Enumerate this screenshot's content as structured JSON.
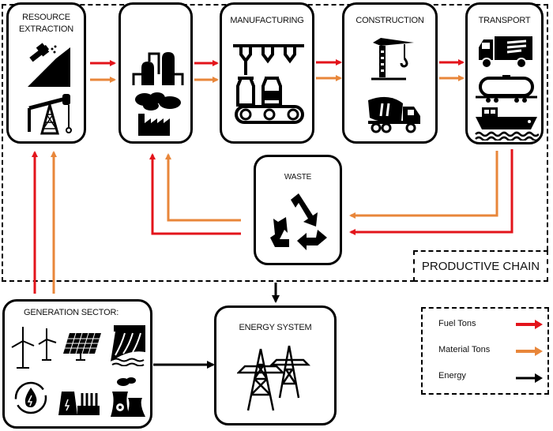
{
  "productive_chain": {
    "label": "PRODUCTIVE CHAIN",
    "stages": [
      {
        "id": "resource-extraction",
        "label_line1": "RESOURCE",
        "label_line2": "EXTRACTION"
      },
      {
        "id": "processing",
        "label": ""
      },
      {
        "id": "manufacturing",
        "label": "MANUFACTURING"
      },
      {
        "id": "construction",
        "label": "CONSTRUCTION"
      },
      {
        "id": "transport",
        "label": "TRANSPORT"
      }
    ],
    "waste": {
      "label": "WASTE"
    }
  },
  "generation_sector": {
    "label": "GENERATION SECTOR:"
  },
  "energy_system": {
    "label": "ENERGY SYSTEM"
  },
  "legend": {
    "items": [
      {
        "label": "Fuel Tons",
        "color": "#e3141b"
      },
      {
        "label": "Material Tons",
        "color": "#e8863a"
      },
      {
        "label": "Energy",
        "color": "#000000"
      }
    ]
  },
  "colors": {
    "fuel": "#e3141b",
    "material": "#e8863a",
    "energy": "#000000"
  }
}
